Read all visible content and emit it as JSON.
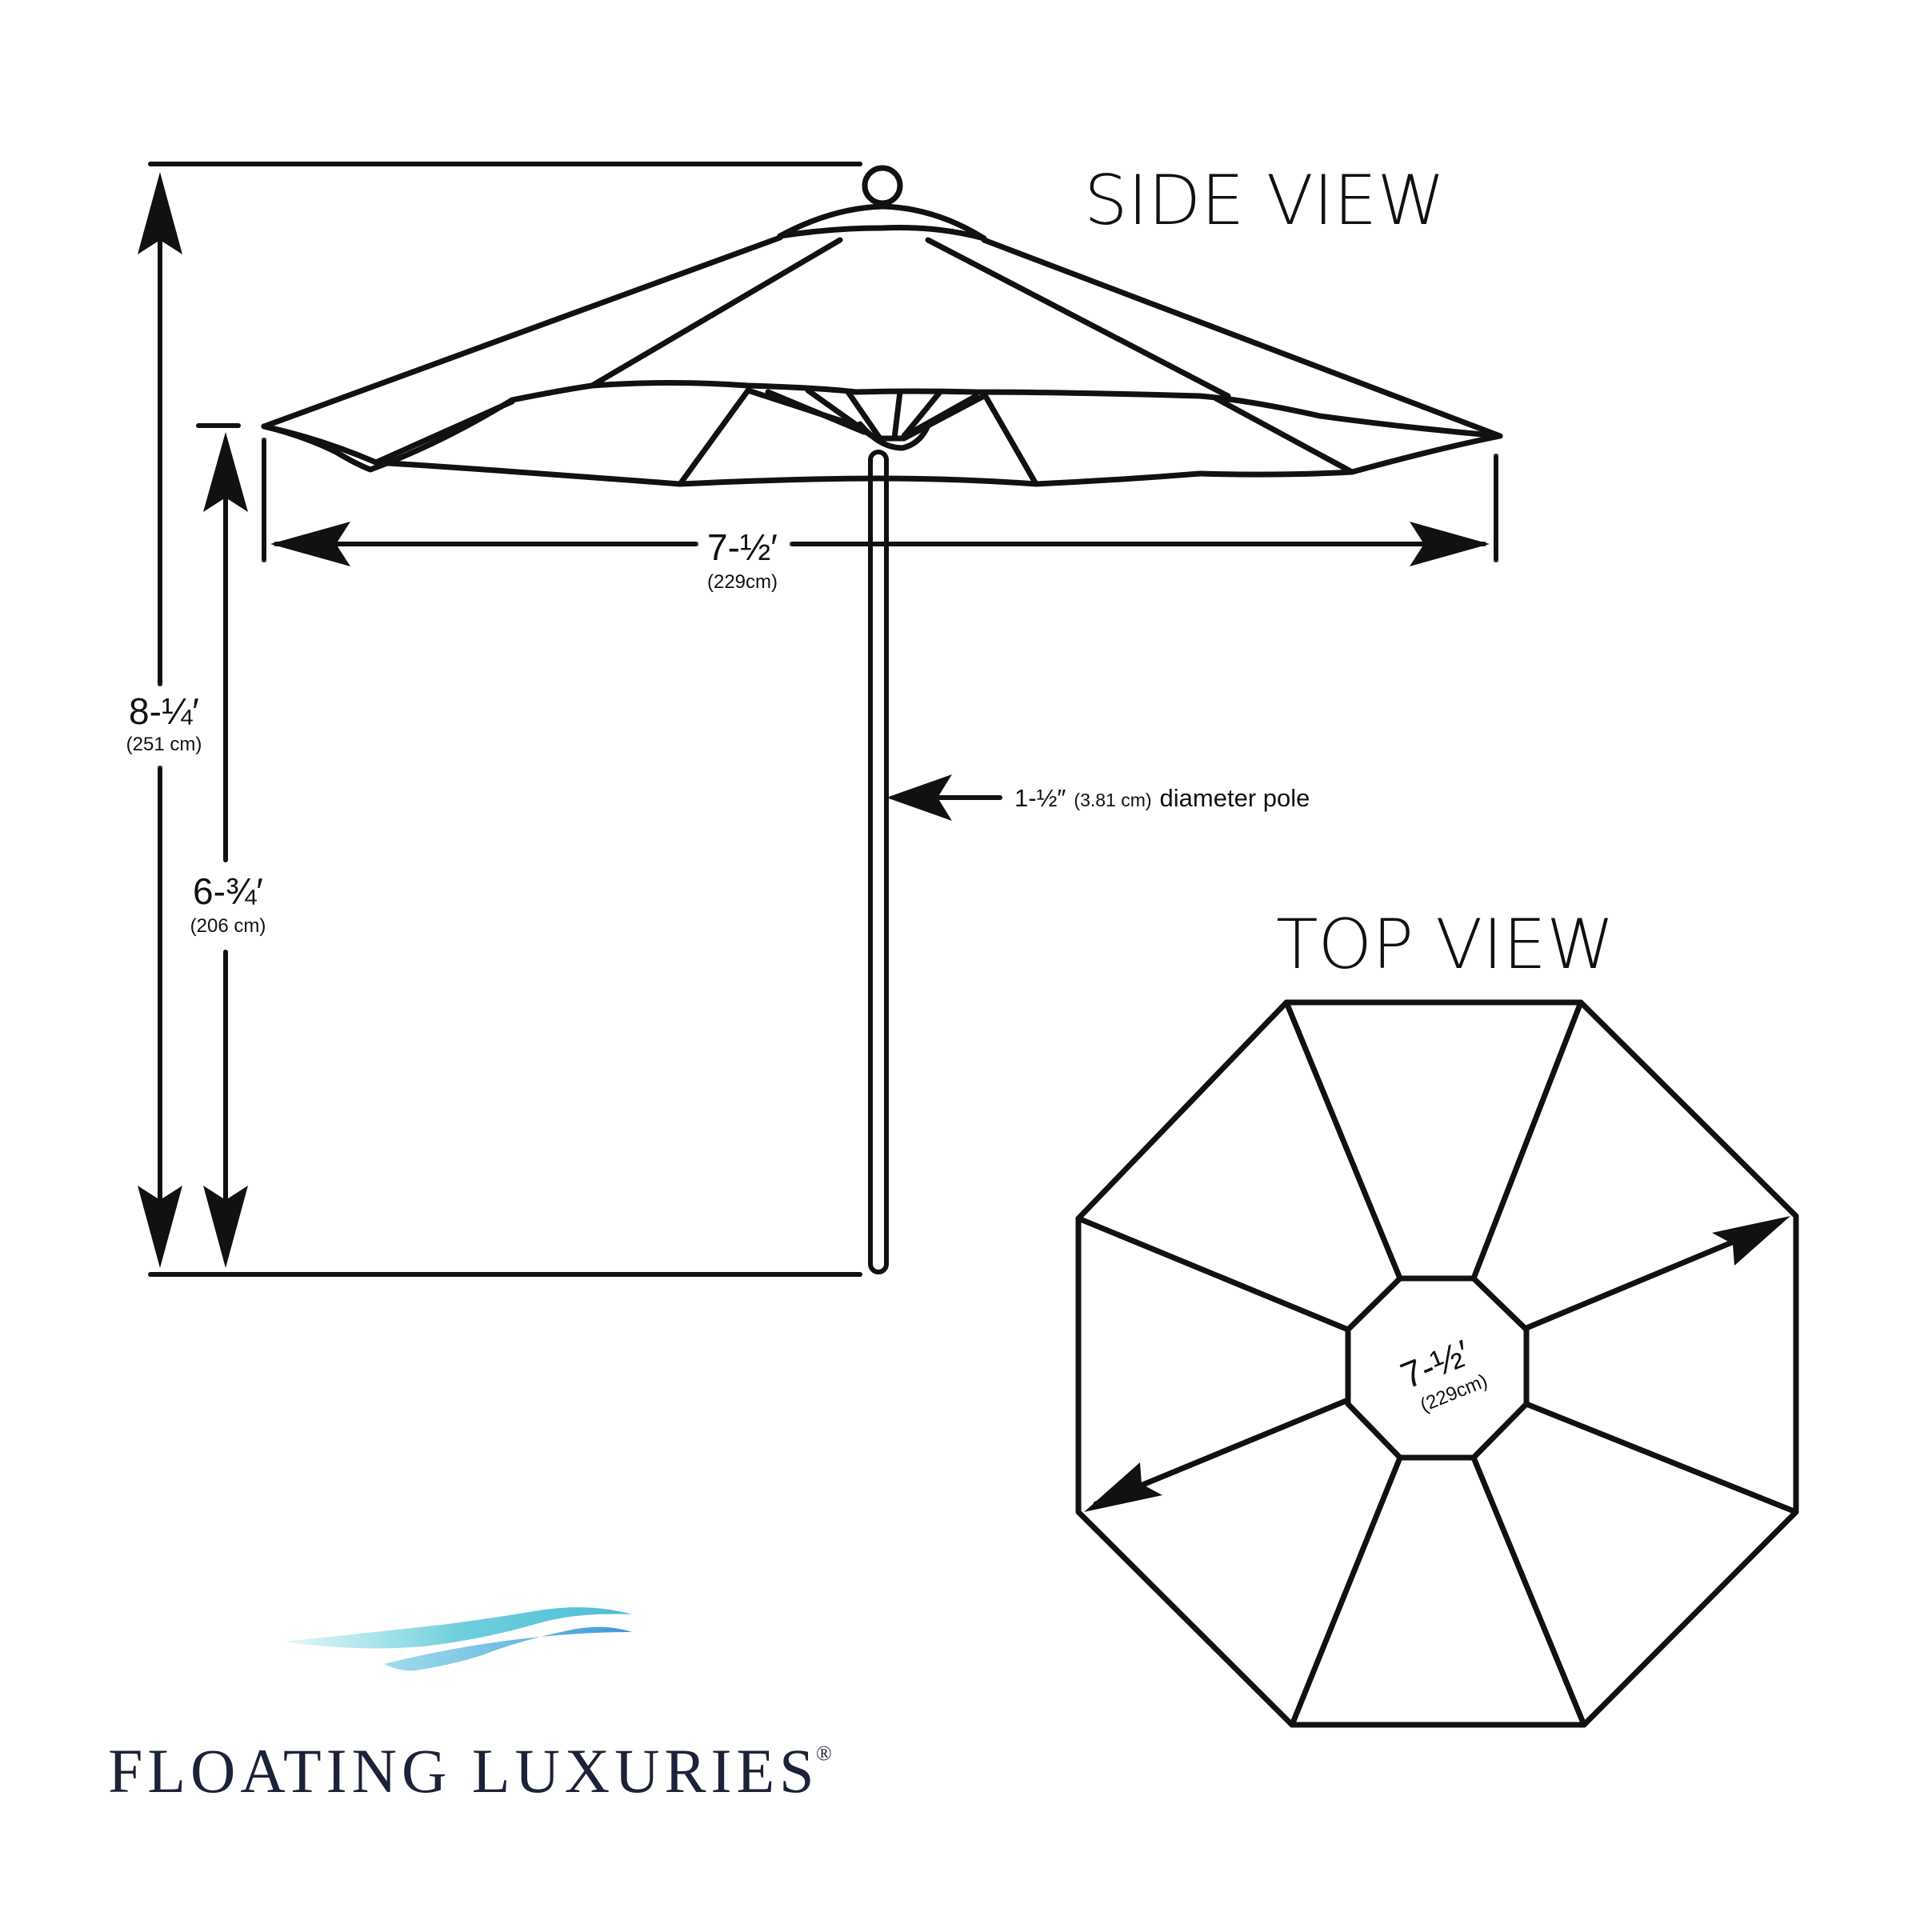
{
  "side_view": {
    "title": "SIDE VIEW",
    "height_total": {
      "label": "8-¼′",
      "metric": "(251 cm)"
    },
    "height_clearance": {
      "label": "6-¾′",
      "metric": "(206 cm)"
    },
    "width": {
      "label": "7-½′",
      "metric": "(229cm)"
    },
    "pole_callout": {
      "size": "1-½″",
      "metric": "(3.81 cm)",
      "text": "diameter pole"
    }
  },
  "top_view": {
    "title": "TOP VIEW",
    "diameter": {
      "label": "7-½′",
      "metric": "(229cm)"
    }
  },
  "brand": {
    "name": "FLOATING LUXURIES",
    "mark": "®",
    "colors": {
      "wave_light": "#7fd6e0",
      "wave_dark": "#3aa3d8",
      "text": "#1c2237"
    }
  }
}
